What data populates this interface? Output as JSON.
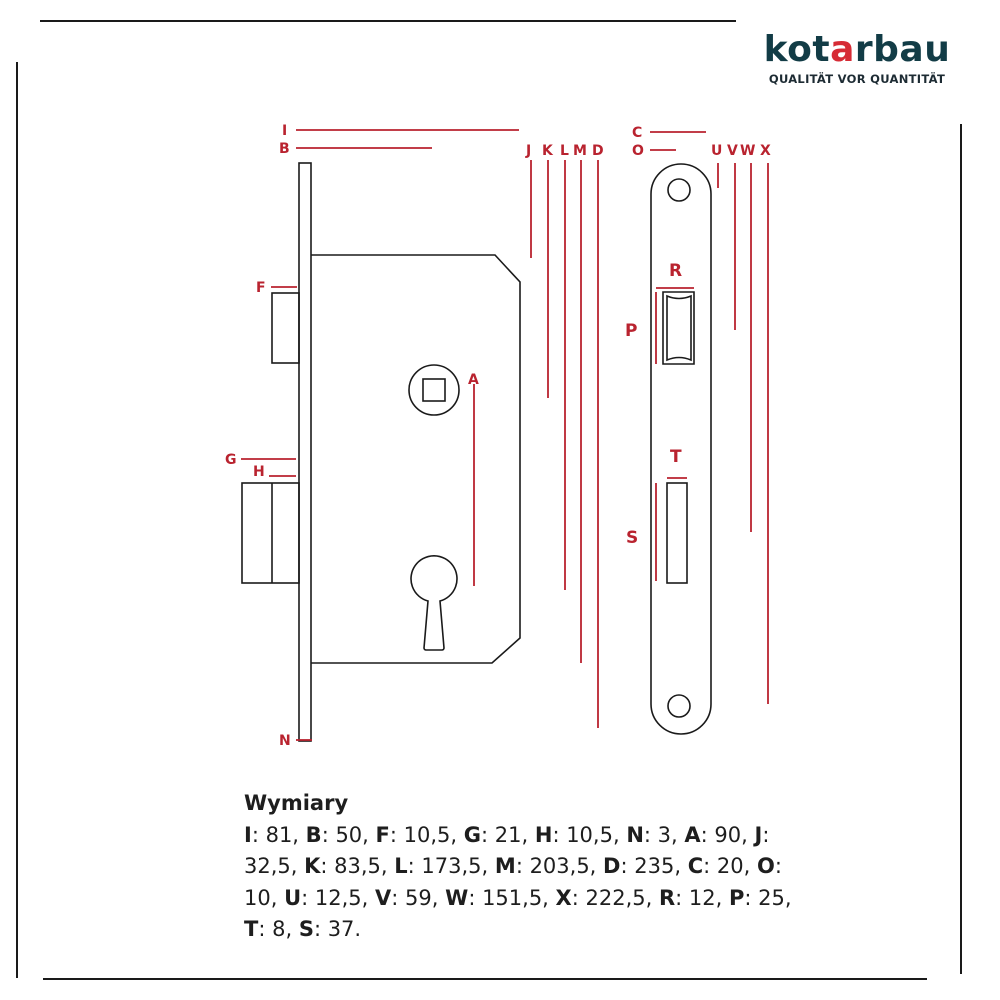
{
  "brand": {
    "name_part1": "kot",
    "name_accent": "a",
    "name_part2": "rbau",
    "tagline": "QUALITÄT VOR QUANTITÄT",
    "colors": {
      "primary": "#123c46",
      "accent": "#d62b35"
    }
  },
  "diagram": {
    "line_color": "#1a1a1a",
    "dimension_color": "#b9232f",
    "labels": {
      "I": "I",
      "B": "B",
      "F": "F",
      "G": "G",
      "H": "H",
      "N": "N",
      "A": "A",
      "J": "J",
      "K": "K",
      "L": "L",
      "M": "M",
      "D": "D",
      "C": "C",
      "O": "O",
      "U": "U",
      "V": "V",
      "W": "W",
      "X": "X",
      "R": "R",
      "P": "P",
      "T": "T",
      "S": "S"
    }
  },
  "dimensions": {
    "title": "Wymiary",
    "items": [
      {
        "key": "I",
        "value": "81"
      },
      {
        "key": "B",
        "value": "50"
      },
      {
        "key": "F",
        "value": "10,5"
      },
      {
        "key": "G",
        "value": "21"
      },
      {
        "key": "H",
        "value": "10,5"
      },
      {
        "key": "N",
        "value": "3"
      },
      {
        "key": "A",
        "value": "90"
      },
      {
        "key": "J",
        "value": "32,5"
      },
      {
        "key": "K",
        "value": "83,5"
      },
      {
        "key": "L",
        "value": "173,5"
      },
      {
        "key": "M",
        "value": "203,5"
      },
      {
        "key": "D",
        "value": "235"
      },
      {
        "key": "C",
        "value": "20"
      },
      {
        "key": "O",
        "value": "10"
      },
      {
        "key": "U",
        "value": "12,5"
      },
      {
        "key": "V",
        "value": "59"
      },
      {
        "key": "W",
        "value": "151,5"
      },
      {
        "key": "X",
        "value": "222,5"
      },
      {
        "key": "R",
        "value": "12"
      },
      {
        "key": "P",
        "value": "25"
      },
      {
        "key": "T",
        "value": "8"
      },
      {
        "key": "S",
        "value": "37"
      }
    ]
  }
}
